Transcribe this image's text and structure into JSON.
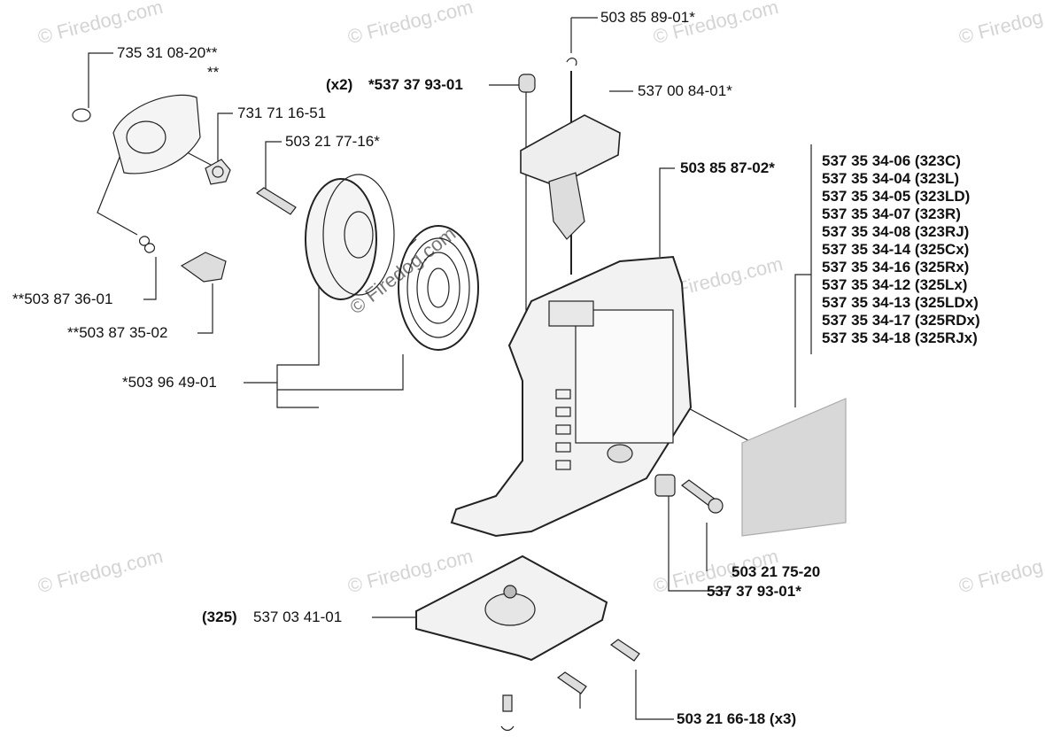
{
  "watermark": "© Firedog.com",
  "labels": {
    "part_735_31_08_20": "735 31 08-20**",
    "stars_only": "**",
    "part_731_71_16_51": "731 71 16-51",
    "part_503_21_77_16": "503 21 77-16*",
    "part_503_87_36_01": "**503 87 36-01",
    "part_503_87_35_02": "**503 87 35-02",
    "part_503_96_49_01": "*503 96 49-01",
    "part_503_85_89_01": "503 85 89-01*",
    "qty_x2_prefix": "(x2)",
    "part_537_37_93_01_top": "*537 37 93-01",
    "part_537_00_84_01": "537 00 84-01*",
    "part_503_85_87_02": "503 85 87-02*",
    "part_503_21_75_20": "503 21 75-20",
    "part_537_37_93_01_bottom": "537 37 93-01*",
    "model_325_prefix": "(325)",
    "part_537_03_41_01": "537 03 41-01",
    "part_503_21_66_18": "503 21 66-18 (x3)"
  },
  "decal_list": [
    "537 35 34-06 (323C)",
    "537 35 34-04 (323L)",
    "537 35 34-05 (323LD)",
    "537 35 34-07 (323R)",
    "537 35 34-08 (323RJ)",
    "537 35 34-14 (325Cx)",
    "537 35 34-16 (325Rx)",
    "537 35 34-12 (325Lx)",
    "537 35 34-13 (325LDx)",
    "537 35 34-17 (325RDx)",
    "537 35 34-18 (325RJx)"
  ]
}
